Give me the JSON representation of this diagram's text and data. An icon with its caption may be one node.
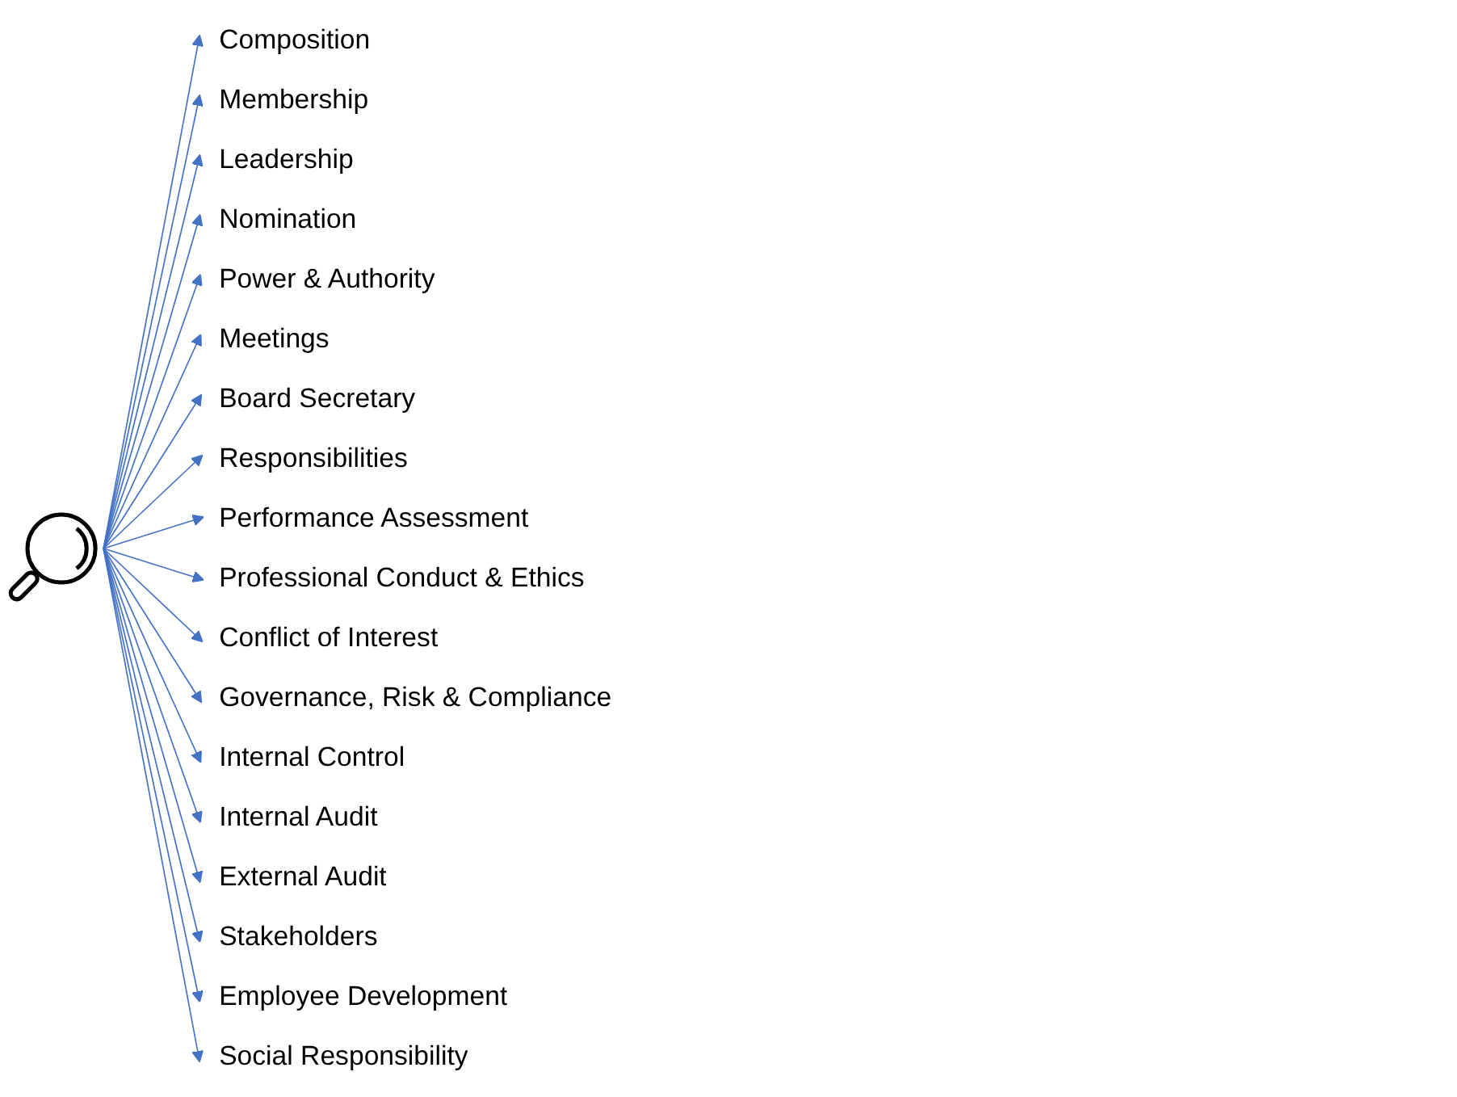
{
  "diagram": {
    "nodes": [
      {
        "text": [],
        "shape": "picture"
      },
      {
        "text": [
          "Composition"
        ]
      },
      {
        "text": [
          "Membership"
        ]
      },
      {
        "text": [
          "Leadership"
        ]
      },
      {
        "text": [
          "Nomination"
        ]
      },
      {
        "text": [
          "Power & Authority"
        ]
      },
      {
        "text": [
          "Meetings"
        ]
      },
      {
        "text": [
          "Board Secretary"
        ]
      },
      {
        "text": [
          "Responsibilities"
        ]
      },
      {
        "text": [
          "Performance Assessment"
        ]
      },
      {
        "text": [
          "Professional Conduct & Ethics"
        ]
      },
      {
        "text": [
          "Conflict of Interest"
        ]
      },
      {
        "text": [
          "Governance, Risk & Compliance"
        ]
      },
      {
        "text": [
          "Internal Control"
        ]
      },
      {
        "text": [
          "Internal Audit"
        ]
      },
      {
        "text": [
          "External Audit"
        ]
      },
      {
        "text": [
          "Stakeholders"
        ]
      },
      {
        "text": [
          "Employee Development"
        ]
      },
      {
        "text": [
          "Social Responsibility"
        ]
      }
    ],
    "edges": [
      {
        "from": 0,
        "to": 1,
        "arrow": "to"
      },
      {
        "from": 0,
        "to": 2,
        "arrow": "to"
      },
      {
        "from": 0,
        "to": 3,
        "arrow": "to"
      },
      {
        "from": 0,
        "to": 4,
        "arrow": "to"
      },
      {
        "from": 0,
        "to": 5,
        "arrow": "to"
      },
      {
        "from": 0,
        "to": 6,
        "arrow": "to"
      },
      {
        "from": 0,
        "to": 7,
        "arrow": "to"
      },
      {
        "from": 0,
        "to": 8,
        "arrow": "to"
      },
      {
        "from": 0,
        "to": 9,
        "arrow": "to"
      },
      {
        "from": 0,
        "to": 10,
        "arrow": "to"
      },
      {
        "from": 0,
        "to": 11,
        "arrow": "to"
      },
      {
        "from": 0,
        "to": 12,
        "arrow": "to"
      },
      {
        "from": 0,
        "to": 13,
        "arrow": "to"
      },
      {
        "from": 0,
        "to": 14,
        "arrow": "to"
      },
      {
        "from": 0,
        "to": 15,
        "arrow": "to"
      },
      {
        "from": 0,
        "to": 16,
        "arrow": "to"
      },
      {
        "from": 0,
        "to": 17,
        "arrow": "to"
      },
      {
        "from": 0,
        "to": 18,
        "arrow": "to"
      }
    ]
  }
}
